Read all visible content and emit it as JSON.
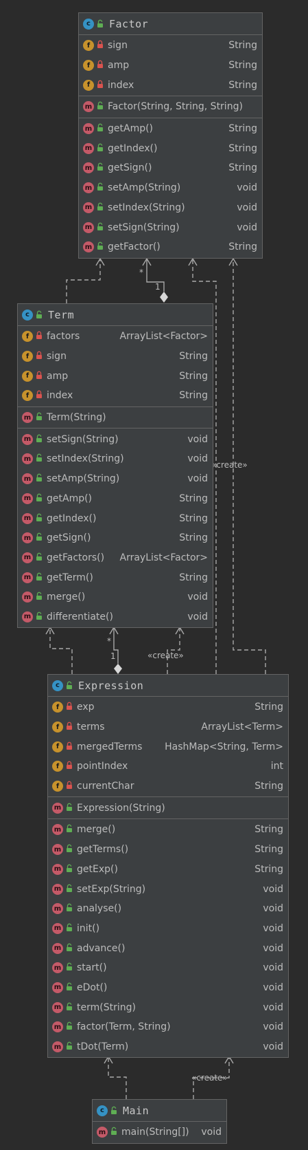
{
  "colors": {
    "background": "#2b2b2b",
    "class_fill": "#3c3f41",
    "border": "#646464",
    "text": "#bcbcbc",
    "class_badge": "#3592c4",
    "field_badge": "#c7922c",
    "method_badge": "#c45a68",
    "public_lock": "#5fae54",
    "private_lock": "#d9534f"
  },
  "classes": {
    "factor": {
      "name": "Factor",
      "fields": [
        {
          "name": "sign",
          "type": "String",
          "vis": "private"
        },
        {
          "name": "amp",
          "type": "String",
          "vis": "private"
        },
        {
          "name": "index",
          "type": "String",
          "vis": "private"
        }
      ],
      "constructors": [
        {
          "name": "Factor(String, String, String)",
          "type": ""
        }
      ],
      "methods": [
        {
          "name": "getAmp()",
          "type": "String"
        },
        {
          "name": "getIndex()",
          "type": "String"
        },
        {
          "name": "getSign()",
          "type": "String"
        },
        {
          "name": "setAmp(String)",
          "type": "void"
        },
        {
          "name": "setIndex(String)",
          "type": "void"
        },
        {
          "name": "setSign(String)",
          "type": "void"
        },
        {
          "name": "getFactor()",
          "type": "String"
        }
      ]
    },
    "term": {
      "name": "Term",
      "fields": [
        {
          "name": "factors",
          "type": "ArrayList<Factor>",
          "vis": "private"
        },
        {
          "name": "sign",
          "type": "String",
          "vis": "private"
        },
        {
          "name": "amp",
          "type": "String",
          "vis": "private"
        },
        {
          "name": "index",
          "type": "String",
          "vis": "private"
        }
      ],
      "constructors": [
        {
          "name": "Term(String)",
          "type": ""
        }
      ],
      "methods": [
        {
          "name": "setSign(String)",
          "type": "void"
        },
        {
          "name": "setIndex(String)",
          "type": "void"
        },
        {
          "name": "setAmp(String)",
          "type": "void"
        },
        {
          "name": "getAmp()",
          "type": "String"
        },
        {
          "name": "getIndex()",
          "type": "String"
        },
        {
          "name": "getSign()",
          "type": "String"
        },
        {
          "name": "getFactors()",
          "type": "ArrayList<Factor>"
        },
        {
          "name": "getTerm()",
          "type": "String"
        },
        {
          "name": "merge()",
          "type": "void"
        },
        {
          "name": "differentiate()",
          "type": "void"
        }
      ]
    },
    "expression": {
      "name": "Expression",
      "fields": [
        {
          "name": "exp",
          "type": "String",
          "vis": "private"
        },
        {
          "name": "terms",
          "type": "ArrayList<Term>",
          "vis": "private"
        },
        {
          "name": "mergedTerms",
          "type": "HashMap<String, Term>",
          "vis": "private"
        },
        {
          "name": "pointIndex",
          "type": "int",
          "vis": "private"
        },
        {
          "name": "currentChar",
          "type": "String",
          "vis": "private"
        }
      ],
      "constructors": [
        {
          "name": "Expression(String)",
          "type": ""
        }
      ],
      "methods": [
        {
          "name": "merge()",
          "type": "String"
        },
        {
          "name": "getTerms()",
          "type": "String"
        },
        {
          "name": "getExp()",
          "type": "String"
        },
        {
          "name": "setExp(String)",
          "type": "void"
        },
        {
          "name": "analyse()",
          "type": "void"
        },
        {
          "name": "init()",
          "type": "void"
        },
        {
          "name": "advance()",
          "type": "void"
        },
        {
          "name": "start()",
          "type": "void"
        },
        {
          "name": "eDot()",
          "type": "void"
        },
        {
          "name": "term(String)",
          "type": "void"
        },
        {
          "name": "factor(Term, String)",
          "type": "void"
        },
        {
          "name": "tDot(Term)",
          "type": "void"
        }
      ]
    },
    "main": {
      "name": "Main",
      "fields": [],
      "constructors": [],
      "methods": [
        {
          "name": "main(String[])",
          "type": "void"
        }
      ]
    }
  },
  "relations": {
    "create_label": "«create»",
    "multiplicity_many": "*",
    "multiplicity_one": "1"
  }
}
